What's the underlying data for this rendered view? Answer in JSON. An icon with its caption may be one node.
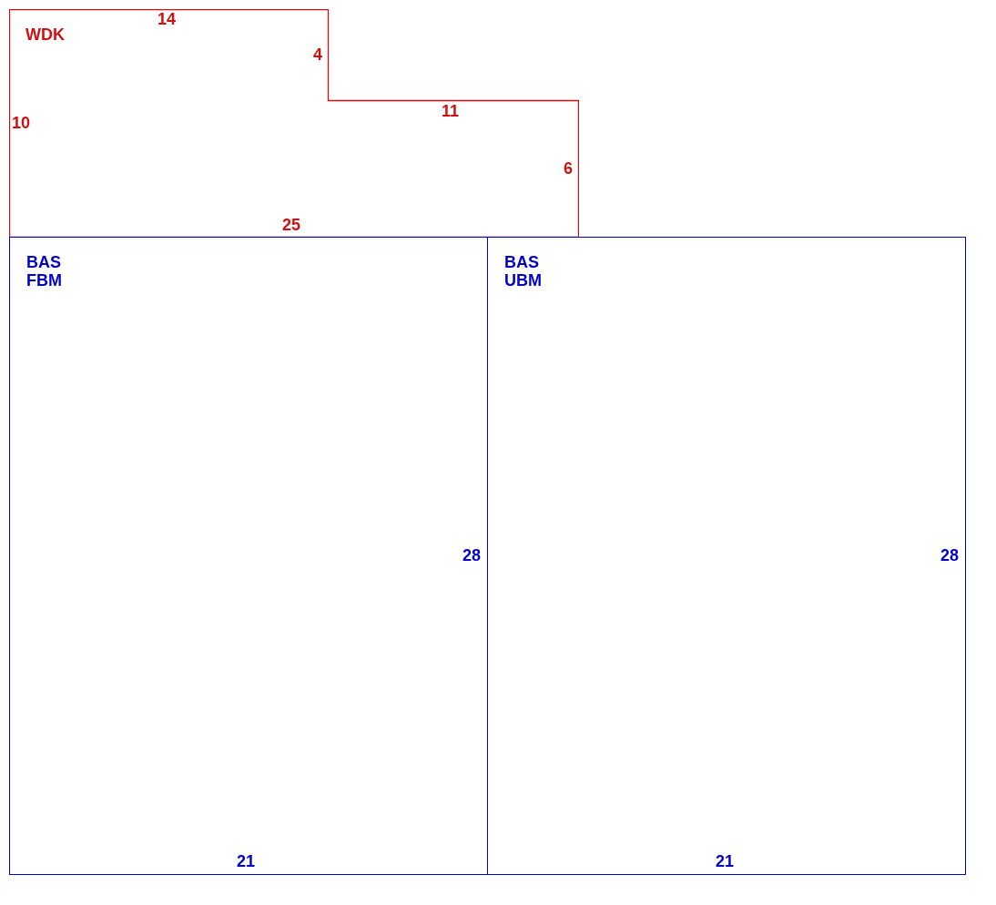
{
  "diagram": {
    "nodes": [
      {
        "text": [
          "WDK"
        ]
      },
      {
        "text": [
          "BAS FBM"
        ]
      },
      {
        "text": [
          "BAS UBM"
        ]
      }
    ],
    "labels": [
      "14",
      "4",
      "11",
      "10",
      "6",
      "25",
      "28",
      "28",
      "21",
      "21"
    ]
  }
}
